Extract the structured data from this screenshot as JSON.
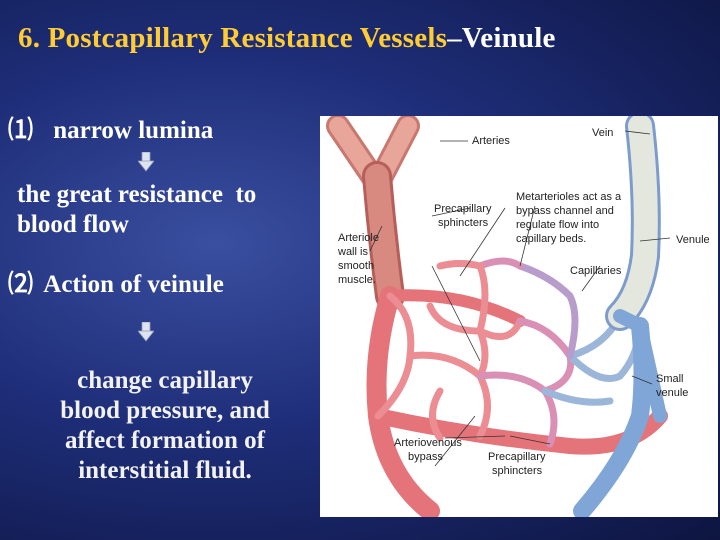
{
  "title": {
    "part1": "6. Postcapillary Resistance Vessels",
    "part2": "–Veinule"
  },
  "points": [
    {
      "marker": "⑴",
      "text": "narrow lumina"
    },
    {
      "result": [
        "the great resistance  to",
        "blood flow"
      ]
    },
    {
      "marker": "⑵",
      "text": "Action of veinule"
    },
    {
      "result": [
        "change capillary",
        "blood pressure, and",
        "affect formation of",
        "interstitial fluid."
      ]
    }
  ],
  "figure": {
    "labels": {
      "arteries": "Arteries",
      "vein": "Vein",
      "precap1": "Precapillary",
      "precap2": "sphincters",
      "meta1": "Metarterioles act as a",
      "meta2": "bypass channel and",
      "meta3": "regulate flow into",
      "meta4": "capillary beds.",
      "arteriole1": "Arteriole",
      "arteriole2": "wall is",
      "arteriole3": "smooth",
      "arteriole4": "muscle.",
      "venule": "Venule",
      "capillaries": "Capillaries",
      "small1": "Small",
      "small2": "venule",
      "av1": "Arteriovenous",
      "av2": "bypass",
      "precapB1": "Precapillary",
      "precapB2": "sphincters"
    }
  },
  "colors": {
    "title_accent": "#ffcc33",
    "artery": "#e8868a",
    "vein": "#8fb0d6",
    "background": "#1e2d78"
  }
}
